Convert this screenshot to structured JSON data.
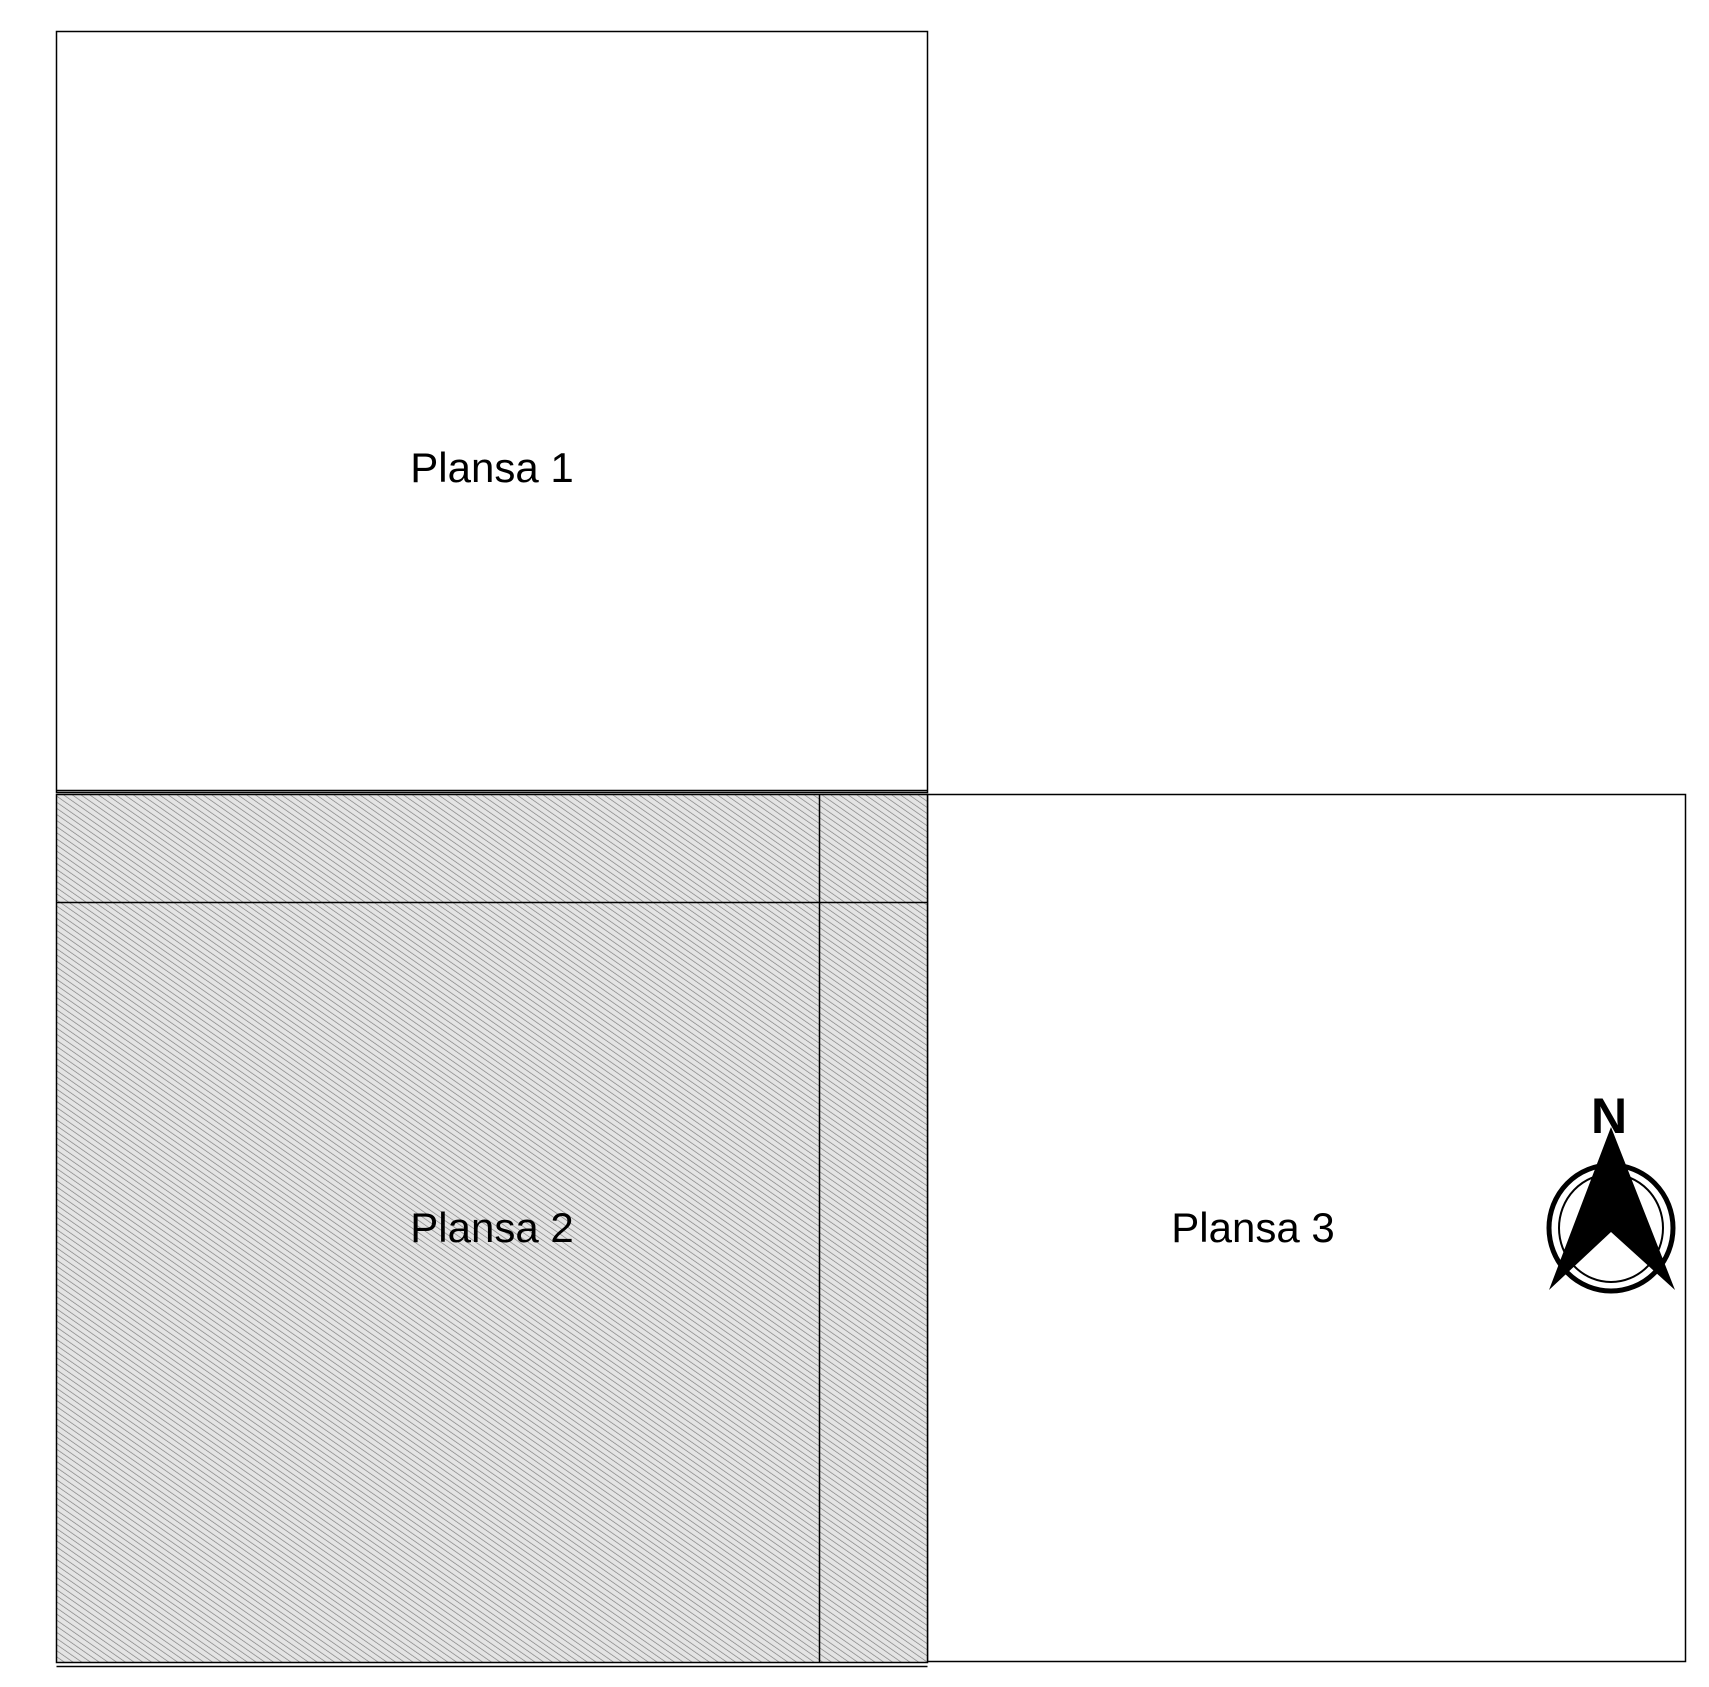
{
  "sheets": [
    {
      "id": "sheet-1",
      "label": "Plansa 1",
      "hatched": false
    },
    {
      "id": "sheet-2",
      "label": "Plansa 2",
      "hatched": true
    },
    {
      "id": "sheet-3",
      "label": "Plansa 3",
      "hatched": false
    }
  ],
  "north_arrow": {
    "letter": "N",
    "icon": "north-arrow-icon"
  },
  "colors": {
    "line": "#000000",
    "background": "#ffffff",
    "hatch_line": "#6f6f6f"
  }
}
